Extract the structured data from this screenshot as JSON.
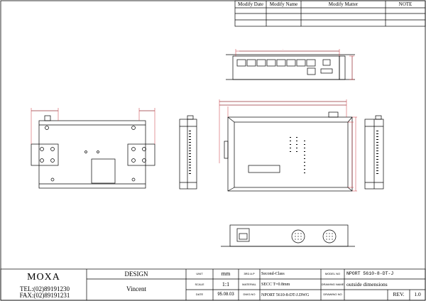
{
  "revision_table": {
    "headers": [
      "Modify Date",
      "Modify Name",
      "Modify Matter",
      "NOTE"
    ]
  },
  "title_block": {
    "company": "MOXA",
    "tel": "TEL:(02)89191230",
    "fax": "FAX:(02)89191231",
    "design_label": "DESIGN",
    "designer": "Vincent",
    "unit_label": "UNIT",
    "unit_value": "mm",
    "scale_label": "SCALE",
    "scale_value": "1:1",
    "date_label": "DATE",
    "date_value": "95.08.03",
    "proj_label": "3RD A.P",
    "proj_value": "Second-Class",
    "material_label": "MATERIAL",
    "material_value": "SECC T=0.8mm",
    "dwg_label": "DWG.NO",
    "dwg_value": "NPORT 5610-8-DT-J.DWG",
    "model_label": "MODEL NO",
    "model_value": "NPORT 5610-8-DT-J",
    "drawing_name_label": "DRAWING NAME",
    "drawing_name_value": "outside dimensions",
    "drawing_no_label": "DRAWING NO",
    "rev_label": "REV.",
    "rev_value": "1.0"
  }
}
